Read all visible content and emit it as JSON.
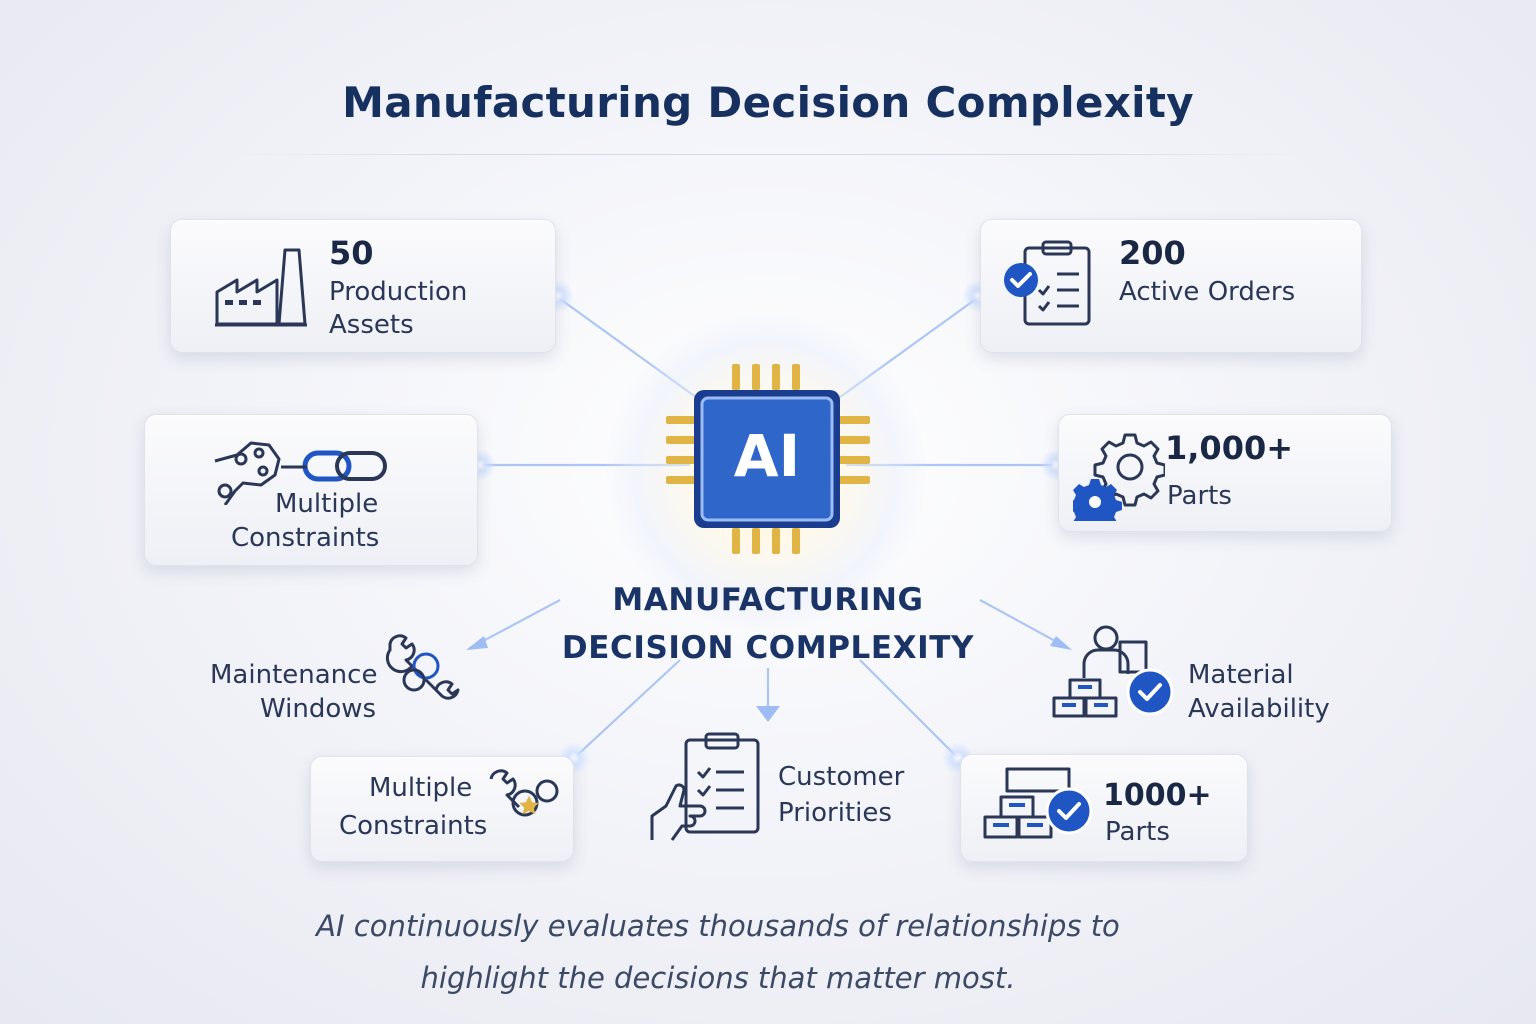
{
  "header": {
    "title": "Manufacturing Decision Complexity"
  },
  "center": {
    "chip_label": "AI",
    "title_line1": "MANUFACTURING",
    "title_line2": "DECISION COMPLEXITY"
  },
  "cards": {
    "production_assets": {
      "value": "50",
      "label_line1": "Production",
      "label_line2": "Assets",
      "icon": "factory-icon"
    },
    "active_orders": {
      "value": "200",
      "label": "Active Orders",
      "icon": "clipboard-check-icon"
    },
    "multiple_constraints_top": {
      "label_line1": "Multiple",
      "label_line2": "Constraints",
      "icon": "chain-links-icon"
    },
    "parts_top": {
      "value": "1,000+",
      "label": "Parts",
      "icon": "gears-icon"
    },
    "maintenance_windows": {
      "label_line1": "Maintenance",
      "label_line2": "Windows",
      "icon": "wrench-gear-icon"
    },
    "material_availability": {
      "label_line1": "Material",
      "label_line2": "Availability",
      "icon": "worker-boxes-icon"
    },
    "multiple_constraints_bottom": {
      "label_line1": "Multiple",
      "label_line2": "Constraints",
      "icon": "wrench-gear-icon"
    },
    "customer_priorities": {
      "label_line1": "Customer",
      "label_line2": "Priorities",
      "icon": "clipboard-hand-icon"
    },
    "parts_bottom": {
      "value": "1000+",
      "label": "Parts",
      "icon": "boxes-check-icon"
    }
  },
  "footer": {
    "line1": "AI continuously evaluates thousands of relationships to",
    "line2": "highlight the decisions that matter most."
  },
  "colors": {
    "navy": "#16305f",
    "accent_blue": "#1f56c4",
    "chip_gold": "#e0b445",
    "glow": "#8fb4ff"
  }
}
